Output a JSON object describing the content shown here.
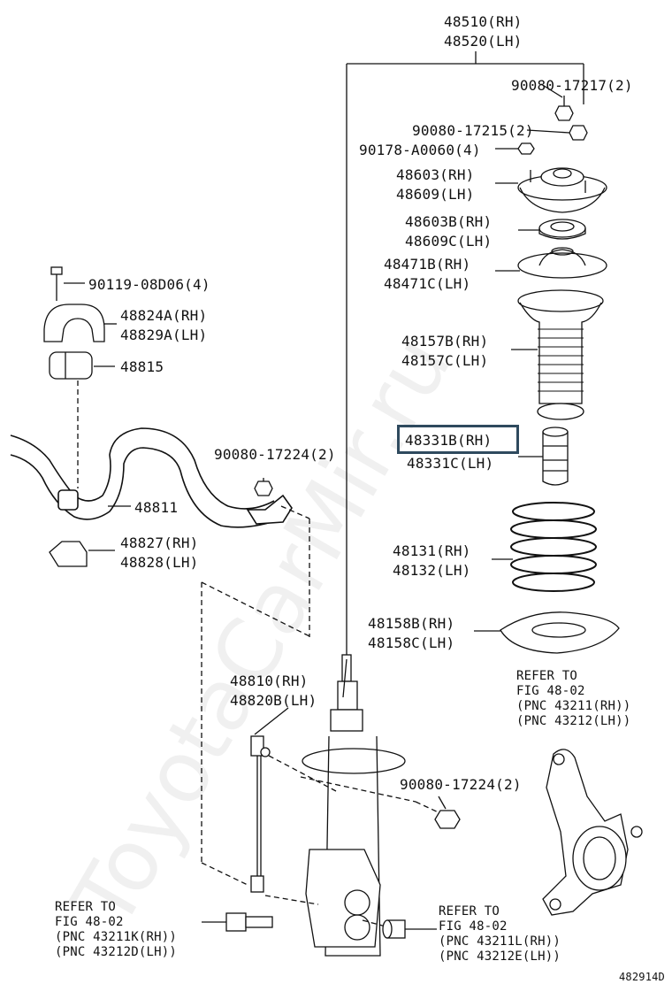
{
  "watermark": "ToyotaCarMir.ru",
  "labels": {
    "strut_assembly": [
      "48510(RH)",
      "48520(LH)"
    ],
    "nut_17217": "90080-17217(2)",
    "nut_17215": "90080-17215(2)",
    "nut_a0060": "90178-A0060(4)",
    "support": [
      "48603(RH)",
      "48609(LH)"
    ],
    "bearing": [
      "48603B(RH)",
      "48609C(LH)"
    ],
    "upper_seat": [
      "48471B(RH)",
      "48471C(LH)"
    ],
    "boot": [
      "48157B(RH)",
      "48157C(LH)"
    ],
    "bumper": [
      "48331B(RH)",
      "48331C(LH)"
    ],
    "coil_spring": [
      "48131(RH)",
      "48132(LH)"
    ],
    "lower_insulator": [
      "48158B(RH)",
      "48158C(LH)"
    ],
    "bolt_08d06": "90119-08D06(4)",
    "bracket": [
      "48824A(RH)",
      "48829A(LH)"
    ],
    "bushing": "48815",
    "nut_17224_upper": "90080-17224(2)",
    "stabilizer_bar": "48811",
    "clamp": [
      "48827(RH)",
      "48828(LH)"
    ],
    "link": [
      "48810(RH)",
      "48820B(LH)"
    ],
    "nut_17224_lower": "90080-17224(2)",
    "refer_knuckle": [
      "REFER TO",
      "FIG 48-02",
      "(PNC 43211(RH))",
      "(PNC 43212(LH))"
    ],
    "refer_bolt": [
      "REFER TO",
      "FIG 48-02",
      "(PNC 43211K(RH))",
      "(PNC 43212D(LH))"
    ],
    "refer_nut": [
      "REFER TO",
      "FIG 48-02",
      "(PNC 43211L(RH))",
      "(PNC 43212E(LH))"
    ],
    "figure_code": "482914D"
  }
}
